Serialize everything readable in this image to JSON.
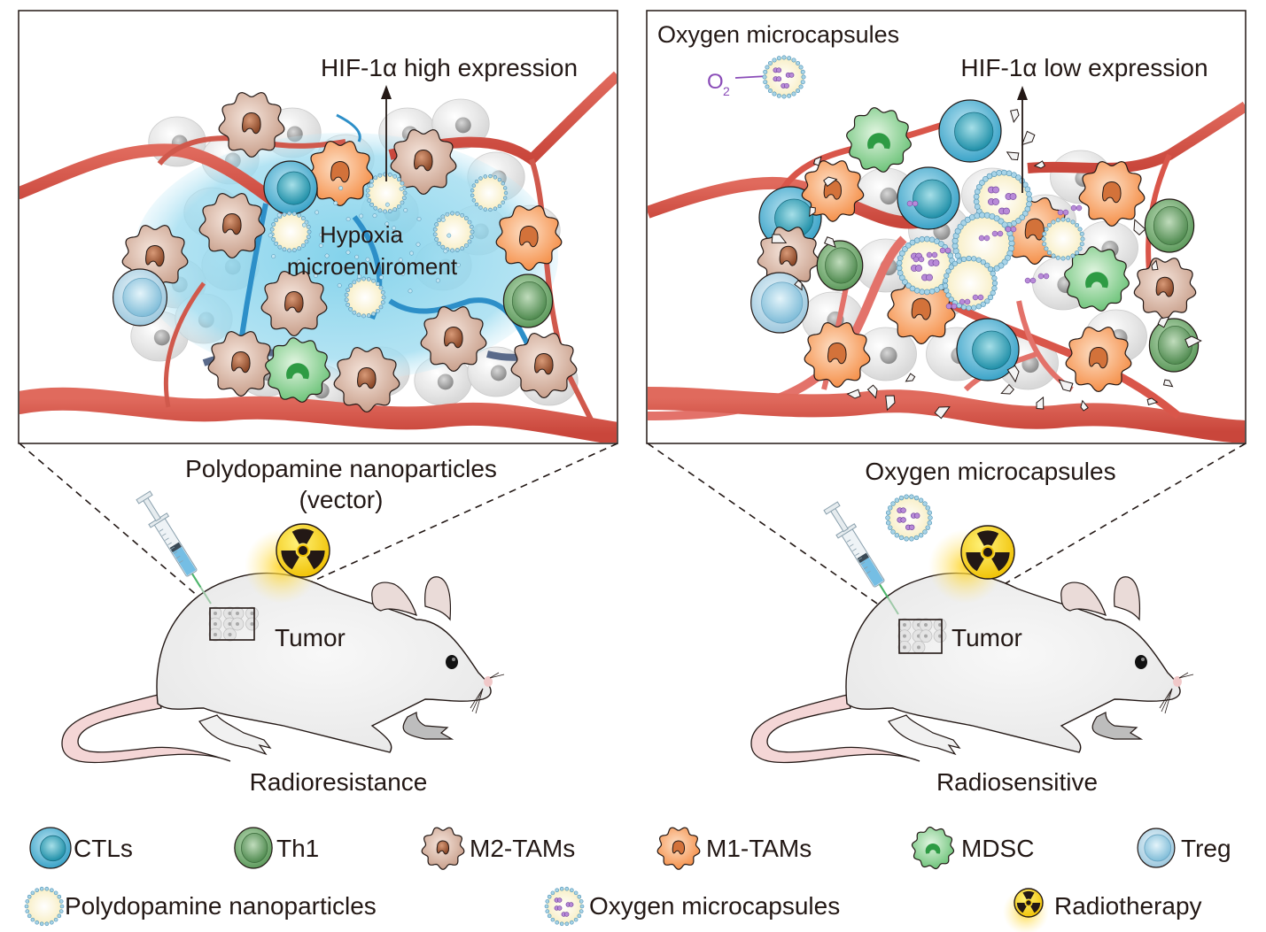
{
  "left_panel": {
    "arrow_label": "HIF-1α high expression",
    "center_label_line1": "Hypoxia",
    "center_label_line2": "microenviroment"
  },
  "right_panel": {
    "title": "Oxygen microcapsules",
    "o2_label": "O",
    "o2_subscript": "2",
    "arrow_label": "HIF-1α low expression"
  },
  "left_mouse": {
    "injection_label_line1": "Polydopamine nanoparticles",
    "injection_label_line2": "(vector)",
    "tumor_label": "Tumor",
    "outcome_label": "Radioresistance"
  },
  "right_mouse": {
    "injection_label": "Oxygen microcapsules",
    "tumor_label": "Tumor",
    "outcome_label": "Radiosensitive"
  },
  "legend": {
    "row1": [
      {
        "icon": "ctl-cell-icon",
        "label": "CTLs"
      },
      {
        "icon": "th1-cell-icon",
        "label": "Th1"
      },
      {
        "icon": "m2-tam-cell-icon",
        "label": "M2-TAMs"
      },
      {
        "icon": "m1-tam-cell-icon",
        "label": "M1-TAMs"
      },
      {
        "icon": "mdsc-cell-icon",
        "label": "MDSC"
      },
      {
        "icon": "treg-cell-icon",
        "label": "Treg"
      }
    ],
    "row2": [
      {
        "icon": "polydopamine-nanoparticle-icon",
        "label": "Polydopamine nanoparticles"
      },
      {
        "icon": "oxygen-microcapsule-icon",
        "label": "Oxygen microcapsules"
      },
      {
        "icon": "radiation-icon",
        "label": "Radiotherapy"
      }
    ]
  },
  "colors": {
    "ctl": "#3aa3c8",
    "th1": "#5d9a5c",
    "m2": "#d9b3a1",
    "m2_nucleus": "#9b5634",
    "m1": "#f59a5a",
    "m1_nucleus": "#d3723a",
    "mdsc": "#7fc98a",
    "mdsc_nucleus": "#2e9b44",
    "treg": "#a9cfe2",
    "vessel": "#d9564a",
    "hypoxia": "#7ccbe6",
    "nanoparticle": "#fdf6d8",
    "bead": "#a8d4e8",
    "o2": "#8a4cb8",
    "radiation": "#f6d012"
  }
}
